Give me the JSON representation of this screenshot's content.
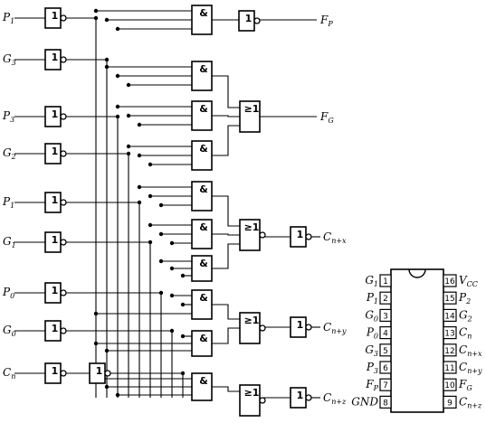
{
  "inputs": [
    {
      "name": "P1",
      "main": "P",
      "sub": "1"
    },
    {
      "name": "G3",
      "main": "G",
      "sub": "3"
    },
    {
      "name": "P3",
      "main": "P",
      "sub": "3"
    },
    {
      "name": "G2",
      "main": "G",
      "sub": "2"
    },
    {
      "name": "P1b",
      "main": "P",
      "sub": "1"
    },
    {
      "name": "G1",
      "main": "G",
      "sub": "1"
    },
    {
      "name": "P0",
      "main": "P",
      "sub": "0"
    },
    {
      "name": "G0",
      "main": "G",
      "sub": "0"
    },
    {
      "name": "Cn",
      "main": "C",
      "sub": "n"
    }
  ],
  "gate_symbols": {
    "not": "1",
    "and": "&",
    "or": "≥1"
  },
  "outputs": [
    {
      "name": "FP",
      "main": "F",
      "sub": "P"
    },
    {
      "name": "FG",
      "main": "F",
      "sub": "G"
    },
    {
      "name": "Cnx",
      "main": "C",
      "sub": "n+x"
    },
    {
      "name": "Cny",
      "main": "C",
      "sub": "n+y"
    },
    {
      "name": "Cnz",
      "main": "C",
      "sub": "n+z"
    }
  ],
  "package": {
    "left_pins": [
      {
        "num": "1",
        "main": "G",
        "sub": "1"
      },
      {
        "num": "2",
        "main": "P",
        "sub": "1"
      },
      {
        "num": "3",
        "main": "G",
        "sub": "0"
      },
      {
        "num": "4",
        "main": "P",
        "sub": "0"
      },
      {
        "num": "5",
        "main": "G",
        "sub": "3"
      },
      {
        "num": "6",
        "main": "P",
        "sub": "3"
      },
      {
        "num": "7",
        "main": "F",
        "sub": "P"
      },
      {
        "num": "8",
        "main": "GND",
        "sub": ""
      }
    ],
    "right_pins": [
      {
        "num": "16",
        "main": "V",
        "sub": "CC"
      },
      {
        "num": "15",
        "main": "P",
        "sub": "2"
      },
      {
        "num": "14",
        "main": "G",
        "sub": "2"
      },
      {
        "num": "13",
        "main": "C",
        "sub": "n"
      },
      {
        "num": "12",
        "main": "C",
        "sub": "n+x"
      },
      {
        "num": "11",
        "main": "C",
        "sub": "n+y"
      },
      {
        "num": "10",
        "main": "F",
        "sub": "G"
      },
      {
        "num": "9",
        "main": "C",
        "sub": "n+z"
      }
    ]
  }
}
